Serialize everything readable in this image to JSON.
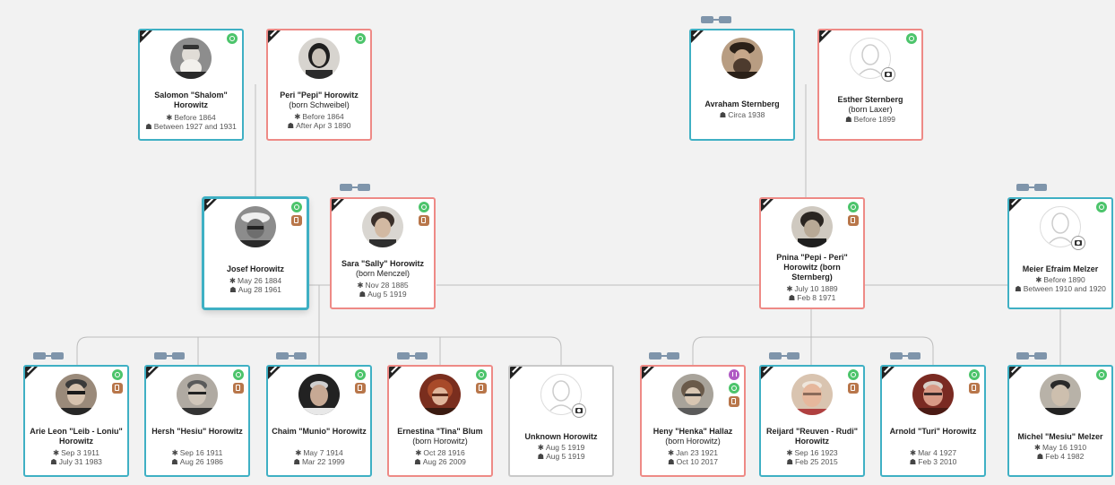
{
  "people": {
    "salomon": {
      "name": "Salomon \"Shalom\" Horowitz",
      "sub": "",
      "birth": "Before 1864",
      "death": "Between 1927 and 1931"
    },
    "peri": {
      "name": "Peri \"Pepi\" Horowitz",
      "sub": "(born Schweibel)",
      "birth": "Before 1864",
      "death": "After Apr 3 1890"
    },
    "avraham": {
      "name": "Avraham Sternberg",
      "sub": "",
      "birth": "",
      "death": "Circa 1938"
    },
    "esther": {
      "name": "Esther Sternberg",
      "sub": "(born Laxer)",
      "birth": "",
      "death": "Before 1899"
    },
    "josef": {
      "name": "Josef Horowitz",
      "sub": "",
      "birth": "May 26 1884",
      "death": "Aug 28 1961"
    },
    "sara": {
      "name": "Sara \"Sally\" Horowitz",
      "sub": "(born Menczel)",
      "birth": "Nov 28 1885",
      "death": "Aug 5 1919"
    },
    "pnina": {
      "name": "Pnina \"Pepi - Peri\" Horowitz (born Sternberg)",
      "sub": "",
      "birth": "July 10 1889",
      "death": "Feb 8 1971"
    },
    "meier": {
      "name": "Meier Efraim Melzer",
      "sub": "",
      "birth": "Before 1890",
      "death": "Between 1910 and 1920"
    },
    "arie": {
      "name": "Arie Leon \"Leib - Loniu\" Horowitz",
      "sub": "",
      "birth": "Sep 3 1911",
      "death": "July 31 1983"
    },
    "hersh": {
      "name": "Hersh \"Hesiu\" Horowitz",
      "sub": "",
      "birth": "Sep 16 1911",
      "death": "Aug 26 1986"
    },
    "chaim": {
      "name": "Chaim \"Munio\" Horowitz",
      "sub": "",
      "birth": "May 7 1914",
      "death": "Mar 22 1999"
    },
    "ernestina": {
      "name": "Ernestina \"Tina\" Blum",
      "sub": "(born Horowitz)",
      "birth": "Oct 28 1916",
      "death": "Aug 26 2009"
    },
    "unknown": {
      "name": "Unknown Horowitz",
      "sub": "",
      "birth": "Aug 5 1919",
      "death": "Aug 5 1919"
    },
    "heny": {
      "name": "Heny \"Henka\" Hallaz",
      "sub": "(born Horowitz)",
      "birth": "Jan 23 1921",
      "death": "Oct 10 2017"
    },
    "reijard": {
      "name": "Reijard \"Reuven - Rudi\" Horowitz",
      "sub": "",
      "birth": "Sep 16 1923",
      "death": "Feb 25 2015"
    },
    "arnold": {
      "name": "Arnold \"Turi\" Horowitz",
      "sub": "",
      "birth": "Mar 4 1927",
      "death": "Feb 3 2010"
    },
    "michel": {
      "name": "Michel \"Mesiu\" Melzer",
      "sub": "",
      "birth": "May 16 1910",
      "death": "Feb 4 1982"
    }
  },
  "symbols": {
    "birth": "✱",
    "death": "☗"
  },
  "colors": {
    "male_border": "#3fb0c4",
    "female_border": "#ee8a86",
    "unknown_border": "#c9c9c9",
    "connector": "#b8b8b8",
    "badge_green": "#4cc46b",
    "badge_brown": "#b8764a",
    "badge_purple": "#b05ac4"
  }
}
